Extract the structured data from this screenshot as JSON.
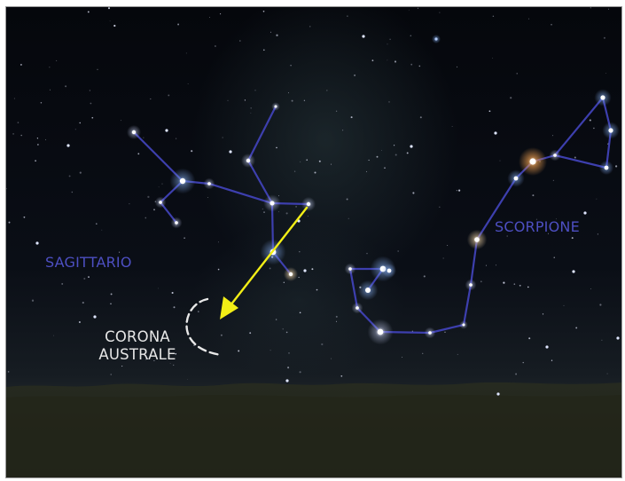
{
  "labels": {
    "sagittario": "SAGITTARIO",
    "scorpione": "SCORPIONE",
    "corona_line1": "CORONA",
    "corona_line2": "AUSTRALE"
  },
  "colors": {
    "constellation_line": "#3d3fae",
    "constellation_label": "#4d4fc2",
    "pointer_arrow": "#f2ee16",
    "corona_arc": "#e8e8e8",
    "sky_top": "#05070d",
    "sky_horizon": "#1c2228",
    "ground": "#23261c"
  }
}
